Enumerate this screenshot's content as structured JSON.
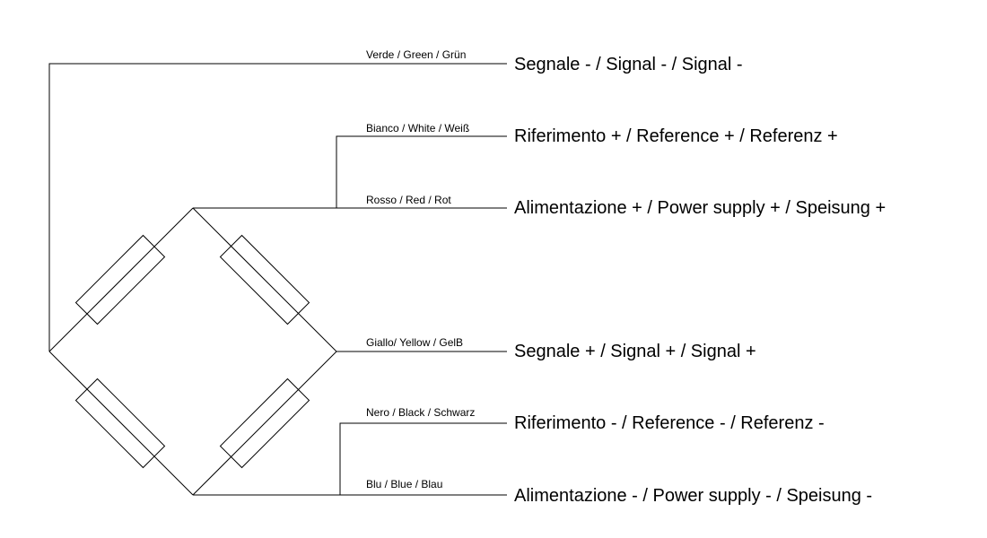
{
  "colors": {
    "line": "#000000",
    "background": "#ffffff"
  },
  "wires": [
    {
      "id": "green",
      "wire_label": "Verde / Green / Grün",
      "signal_label": "Segnale - / Signal - / Signal -"
    },
    {
      "id": "white",
      "wire_label": "Bianco / White / Weiß",
      "signal_label": "Riferimento + / Reference + / Referenz +"
    },
    {
      "id": "red",
      "wire_label": "Rosso / Red / Rot",
      "signal_label": "Alimentazione + / Power supply + / Speisung +"
    },
    {
      "id": "yellow",
      "wire_label": "Giallo/ Yellow / GelB",
      "signal_label": "Segnale + / Signal + / Signal +"
    },
    {
      "id": "black",
      "wire_label": "Nero / Black / Schwarz",
      "signal_label": "Riferimento - / Reference - / Referenz -"
    },
    {
      "id": "blue",
      "wire_label": "Blu / Blue / Blau",
      "signal_label": "Alimentazione - / Power supply - / Speisung -"
    }
  ]
}
